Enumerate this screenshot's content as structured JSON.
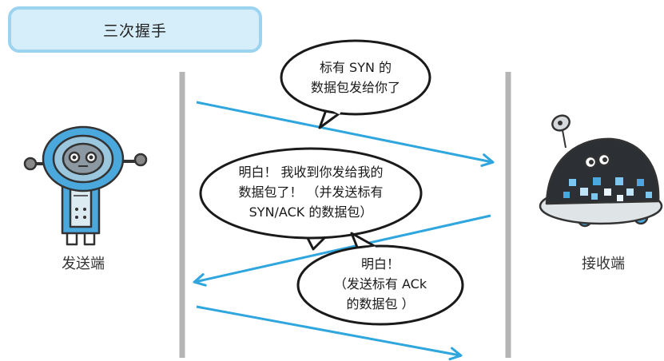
{
  "title": "三次握手",
  "sender": {
    "label": "发送端"
  },
  "receiver": {
    "label": "接收端"
  },
  "messages": [
    {
      "lines": [
        "标有 SYN 的",
        "数据包发给你了"
      ]
    },
    {
      "lines": [
        "明白！ 我收到你发给我的",
        "数据包了！ （并发送标有",
        "SYN/ACK 的数据包）"
      ]
    },
    {
      "lines": [
        "明白！",
        "（发送标有 ACk",
        "的数据包 ）"
      ]
    }
  ],
  "colors": {
    "arrow": "#2fa6de",
    "lifeline": "#b5b5b5",
    "title_bg": "#d6eefa",
    "title_border": "#9cd3ef",
    "robot_blue": "#4aa8dd"
  }
}
